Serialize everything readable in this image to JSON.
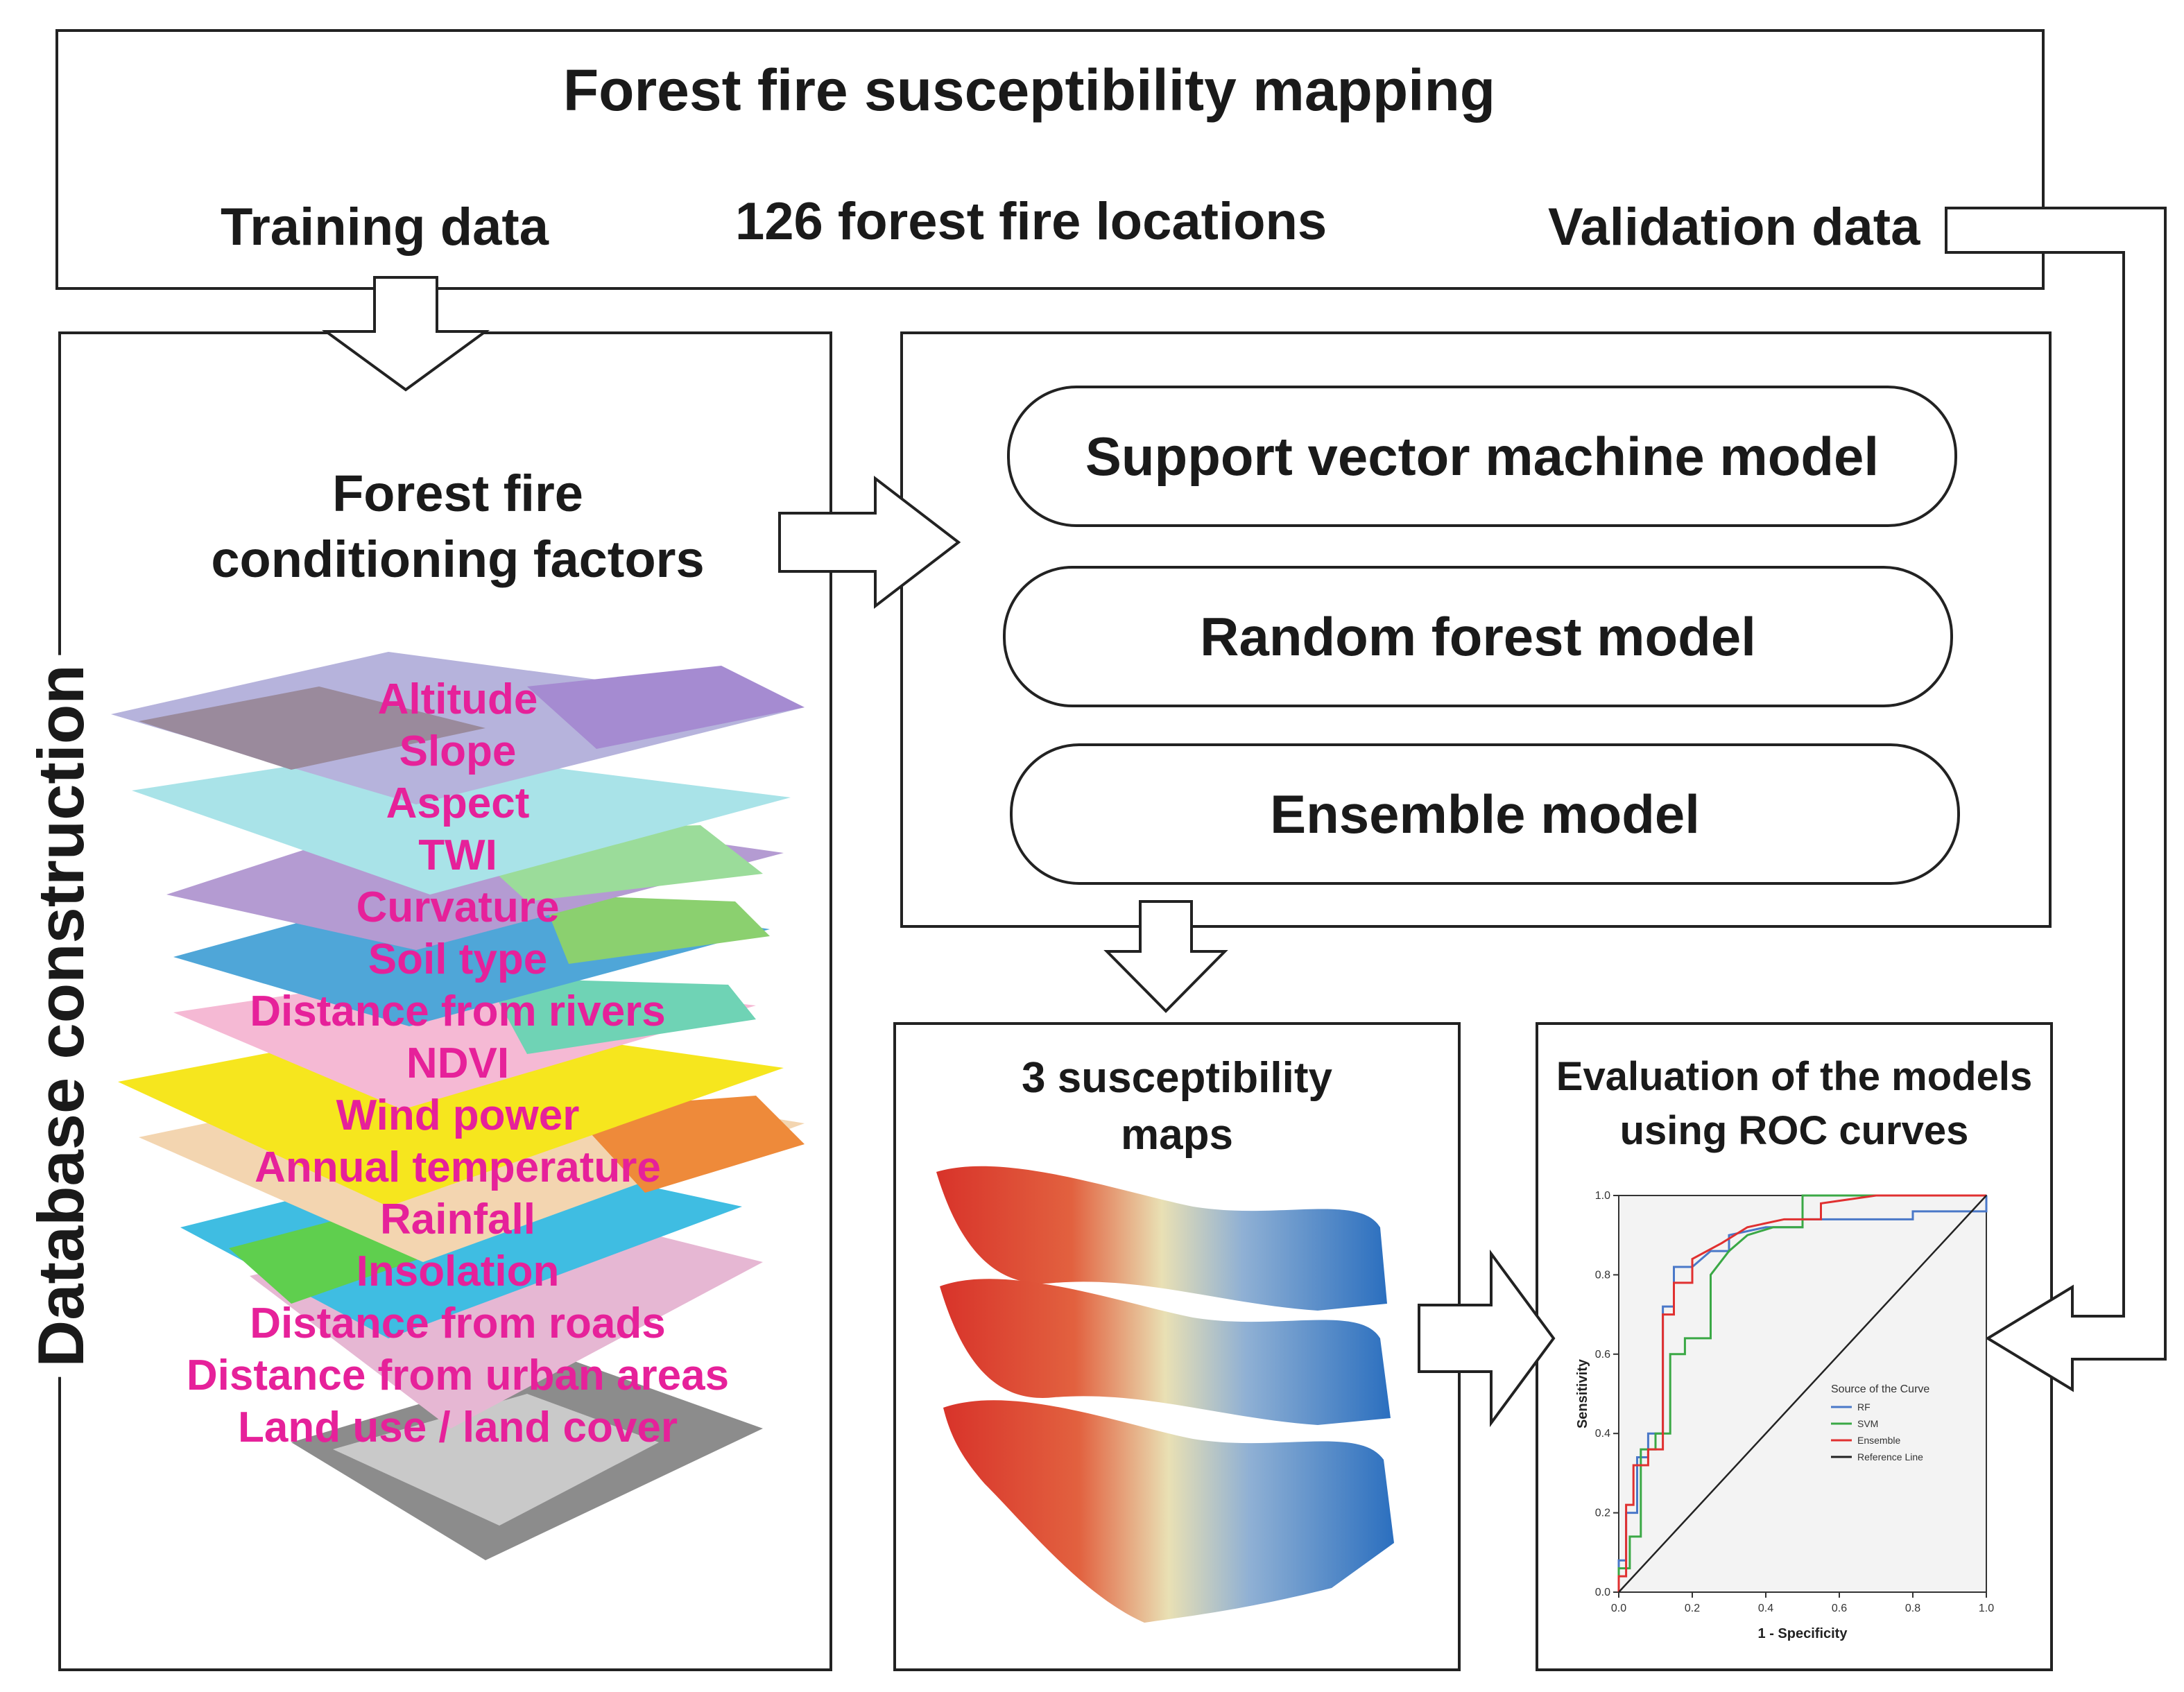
{
  "header": {
    "title": "Forest fire susceptibility mapping",
    "training": "Training data",
    "locations": "126 forest fire locations",
    "validation": "Validation data"
  },
  "left_panel": {
    "side_label": "Database construction",
    "heading_line1": "Forest fire",
    "heading_line2": "conditioning factors",
    "factors": [
      "Altitude",
      "Slope",
      "Aspect",
      "TWI",
      "Curvature",
      "Soil type",
      "Distance from  rivers",
      "NDVI",
      "Wind power",
      "Annual temperature",
      "Rainfall",
      "Insolation",
      "Distance from roads",
      "Distance from urban areas",
      "Land use / land cover"
    ]
  },
  "models": [
    "Support vector machine model",
    "Random forest model",
    "Ensemble model"
  ],
  "maps_panel": {
    "line1": "3 susceptibility",
    "line2": "maps"
  },
  "eval_panel": {
    "line1": "Evaluation of the models",
    "line2": "using ROC curves"
  },
  "colors": {
    "factor_text": "#e6219a",
    "rf": "#4a78c8",
    "svm": "#3aa845",
    "ensemble": "#e03030",
    "reference": "#222222"
  },
  "chart_data": {
    "type": "line",
    "title": "",
    "xlabel": "1 - Specificity",
    "ylabel": "Sensitivity",
    "xlim": [
      0,
      1
    ],
    "ylim": [
      0,
      1
    ],
    "xticks": [
      "0.0",
      "0.2",
      "0.4",
      "0.6",
      "0.8",
      "1.0"
    ],
    "yticks": [
      "0.0",
      "0.2",
      "0.4",
      "0.6",
      "0.8",
      "1.0"
    ],
    "legend_title": "Source of the Curve",
    "legend_position": "center-right",
    "series": [
      {
        "name": "RF",
        "x": [
          0,
          0,
          0.02,
          0.02,
          0.05,
          0.05,
          0.08,
          0.08,
          0.12,
          0.12,
          0.15,
          0.15,
          0.2,
          0.25,
          0.3,
          0.3,
          0.4,
          0.5,
          0.5,
          0.6,
          0.8,
          0.8,
          1.0,
          1.0
        ],
        "y": [
          0,
          0.08,
          0.08,
          0.2,
          0.2,
          0.34,
          0.34,
          0.4,
          0.4,
          0.72,
          0.72,
          0.82,
          0.82,
          0.86,
          0.86,
          0.9,
          0.92,
          0.92,
          0.94,
          0.94,
          0.94,
          0.96,
          0.96,
          1.0
        ]
      },
      {
        "name": "SVM",
        "x": [
          0,
          0,
          0.03,
          0.03,
          0.06,
          0.06,
          0.1,
          0.1,
          0.14,
          0.14,
          0.18,
          0.18,
          0.25,
          0.25,
          0.3,
          0.35,
          0.42,
          0.5,
          0.5,
          0.6,
          1.0
        ],
        "y": [
          0,
          0.06,
          0.06,
          0.14,
          0.14,
          0.36,
          0.36,
          0.4,
          0.4,
          0.6,
          0.6,
          0.64,
          0.64,
          0.8,
          0.86,
          0.9,
          0.92,
          0.92,
          1.0,
          1.0,
          1.0
        ]
      },
      {
        "name": "Ensemble",
        "x": [
          0,
          0,
          0.02,
          0.02,
          0.04,
          0.04,
          0.08,
          0.08,
          0.12,
          0.12,
          0.15,
          0.15,
          0.2,
          0.2,
          0.28,
          0.35,
          0.45,
          0.55,
          0.55,
          0.7,
          1.0
        ],
        "y": [
          0,
          0.04,
          0.04,
          0.22,
          0.22,
          0.32,
          0.32,
          0.36,
          0.36,
          0.7,
          0.7,
          0.78,
          0.78,
          0.84,
          0.88,
          0.92,
          0.94,
          0.94,
          0.98,
          1.0,
          1.0
        ]
      },
      {
        "name": "Reference Line",
        "x": [
          0,
          1
        ],
        "y": [
          0,
          1
        ]
      }
    ]
  }
}
